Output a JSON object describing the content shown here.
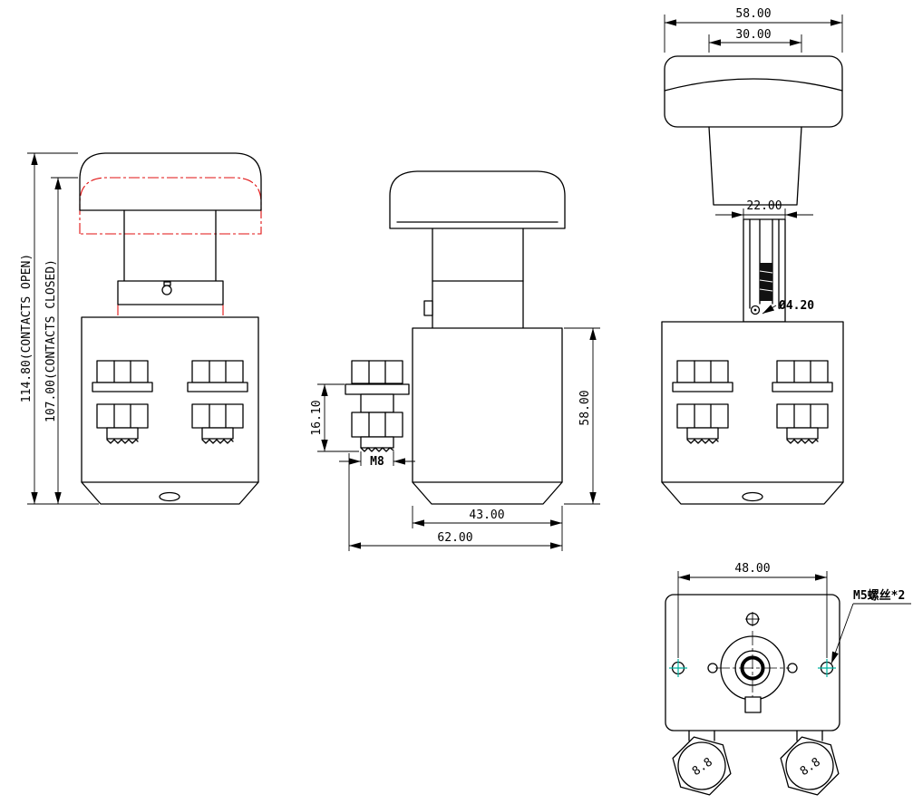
{
  "views": {
    "front": {
      "dim_height_open": "114.80(CONTACTS OPEN)",
      "dim_height_closed": "107.00(CONTACTS CLOSED)"
    },
    "side": {
      "dim_terminal_stack": "16.10",
      "thread_spec": "M8",
      "dim_body_height": "58.00",
      "dim_body_width": "43.00",
      "dim_overall_width": "62.00"
    },
    "top": {
      "dim_cap_width": "58.00",
      "dim_stem_width": "30.00"
    },
    "back": {
      "dim_stem_width": "22.00",
      "dim_pin_hole": "Ø4.20"
    },
    "bottom": {
      "dim_mount_hole_spacing": "48.00",
      "mount_screw_note": "M5螺丝*2",
      "bolt_grade": "8.8"
    }
  },
  "colors": {
    "line": "#000000",
    "phantom": "#e01010",
    "centermark": "#00b2a0",
    "background": "#ffffff"
  }
}
